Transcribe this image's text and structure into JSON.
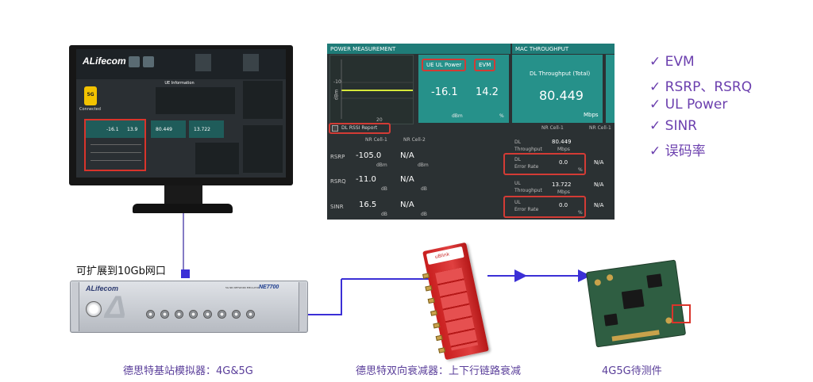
{
  "monitor_screen": {
    "brand": "ALifecom",
    "panel_title": "UE Information",
    "badge_5g": "5G",
    "status": "Connected",
    "ul_power": "-16.1",
    "evm": "13.9",
    "dl_tput": "80.449",
    "ul_tput": "13.722"
  },
  "measurement": {
    "power_title": "POWER MEASUREMENT",
    "mac_title": "MAC THROUGHPUT",
    "y_tick": "-10",
    "x_tick": "20",
    "y_unit": "dBm",
    "ue_ul_power_label": "UE UL Power",
    "evm_label": "EVM",
    "ue_ul_power_value": "-16.1",
    "evm_value": "14.2",
    "dbm": "dBm",
    "pct": "%",
    "dl_tput_total_label": "DL Throughput (Total)",
    "dl_tput_total_value": "80.449",
    "mbps": "Mbps",
    "rssi_label": "DL RSSI Report",
    "nr_cell_1": "NR Cell-1",
    "nr_cell_2": "NR Cell-2",
    "rsrp_label": "RSRP",
    "rsrp_value": "-105.0",
    "rsrq_label": "RSRQ",
    "rsrq_value": "-11.0",
    "sinr_label": "SINR",
    "sinr_value": "16.5",
    "na": "N/A",
    "db": "dB",
    "dl_tput_label": "DL\nThroughput",
    "dl_tput_value": "80.449",
    "dl_err_label": "DL\nError Rate",
    "dl_err_value": "0.0",
    "ul_tput_label": "UL\nThroughput",
    "ul_tput_value": "13.722",
    "ul_err_label": "UL\nError Rate",
    "ul_err_value": "0.0"
  },
  "checklist": [
    "✓ EVM",
    "✓ RSRP、RSRQ",
    "✓ UL Power",
    "✓ SINR",
    "✓ 误码率"
  ],
  "base_station": {
    "brand": "ALifecom",
    "model": "NE7700",
    "subtitle": "5G NR NETWORK EMULATOR",
    "expand_label": "可扩展到10Gb网口"
  },
  "attenuator": {
    "brand": "uBlink"
  },
  "captions": {
    "base_station": "德思特基站模拟器：4G&5G",
    "attenuator": "德思特双向衰减器：上下行链路衰减",
    "dut": "4G5G待测件"
  },
  "colors": {
    "accent_purple": "#6b3fae",
    "highlight_red": "#d33b35",
    "teal_tile": "#26918a",
    "link_blue": "#3b2fd6"
  }
}
